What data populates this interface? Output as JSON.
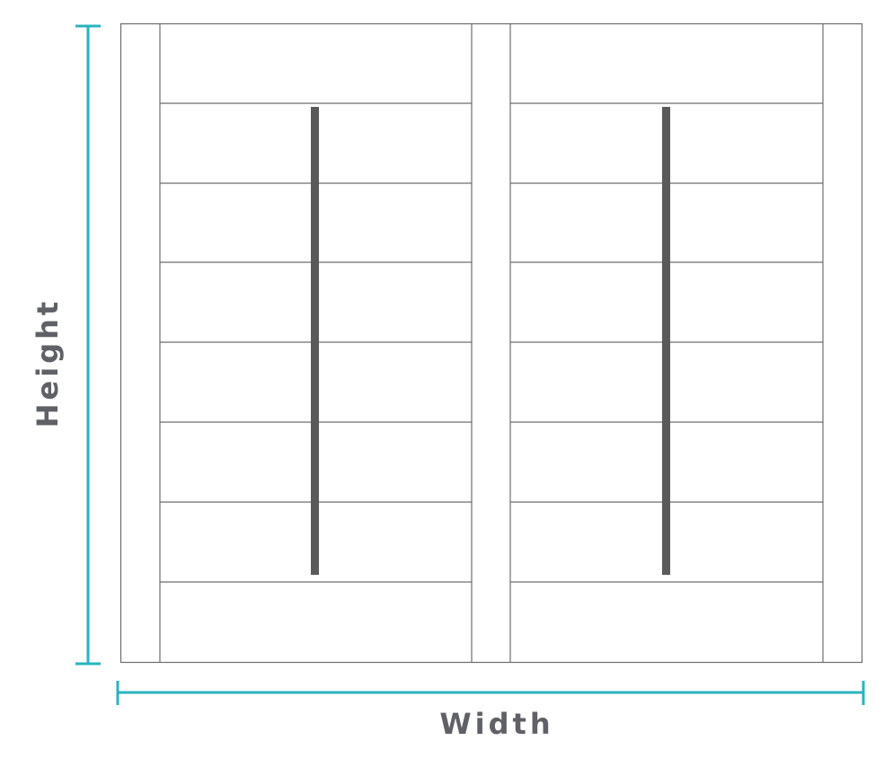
{
  "labels": {
    "height": "Height",
    "width": "Width"
  },
  "colors": {
    "dimension_line": "#29b3bf",
    "frame_stroke": "#6d6d6d",
    "tilt_rod": "#5a5a5a",
    "label_text": "#5f6166",
    "background": "#ffffff"
  },
  "shutter": {
    "panels": 2,
    "louvers_per_panel": 6,
    "tilt_rods_per_panel": 1
  }
}
